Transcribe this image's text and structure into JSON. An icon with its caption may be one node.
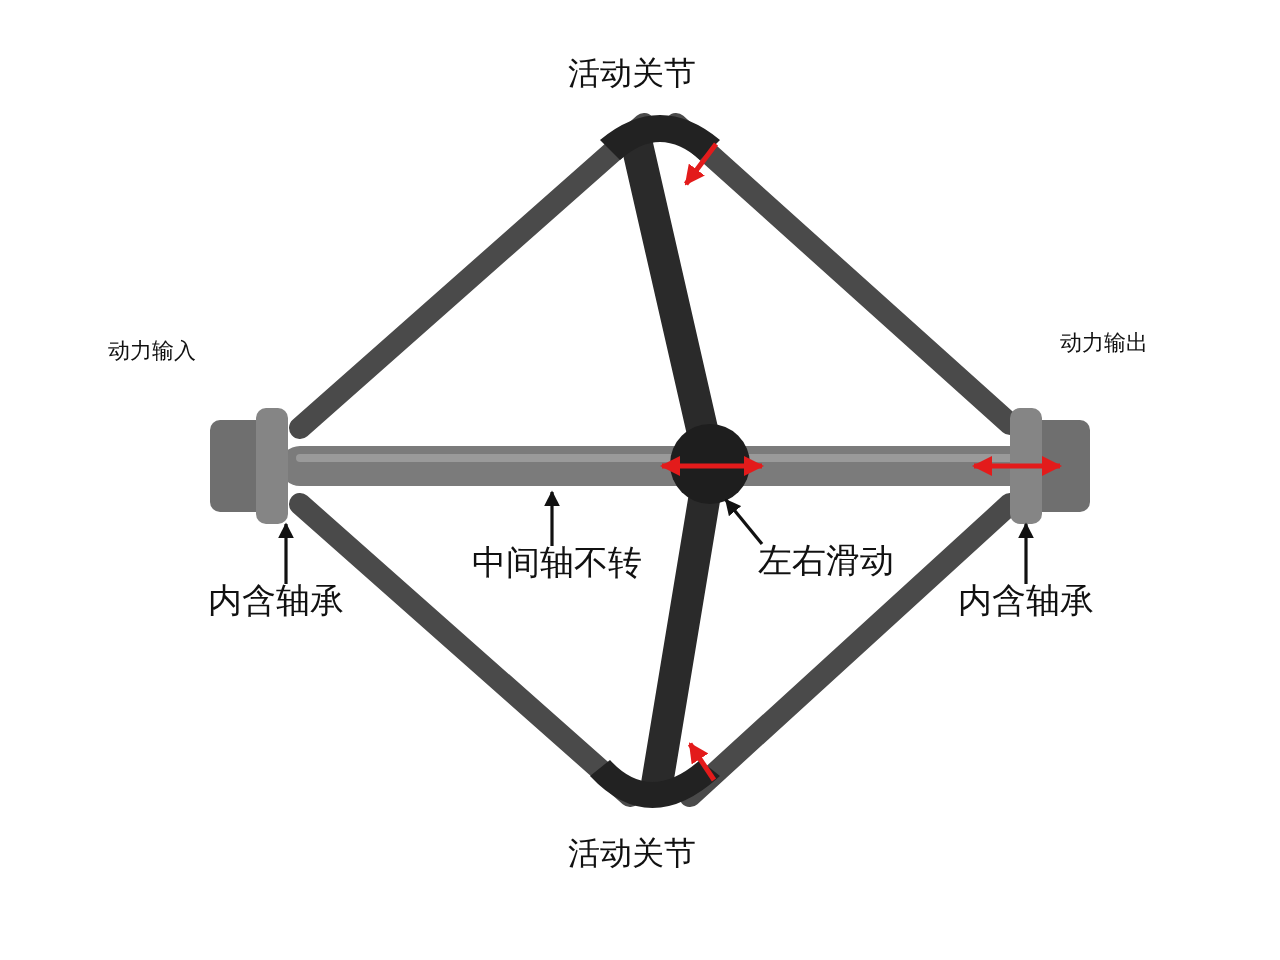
{
  "diagram": {
    "nodes": [
      {
        "text": [
          "活动关节"
        ]
      },
      {
        "text": [
          "动力输入"
        ]
      },
      {
        "text": [
          "动力输出"
        ]
      },
      {
        "text": [
          "内含轴承"
        ]
      },
      {
        "text": [
          "中间轴不转"
        ]
      },
      {
        "text": [
          "左右滑动"
        ]
      },
      {
        "text": [
          "内含轴承"
        ]
      },
      {
        "text": [
          "活动关节"
        ]
      }
    ],
    "edges": [
      {
        "from": 3,
        "to": null,
        "arrow": "to"
      },
      {
        "from": 4,
        "to": null,
        "arrow": "to"
      },
      {
        "from": 5,
        "to": null,
        "arrow": "to"
      },
      {
        "from": 6,
        "to": null,
        "arrow": "to"
      }
    ]
  }
}
